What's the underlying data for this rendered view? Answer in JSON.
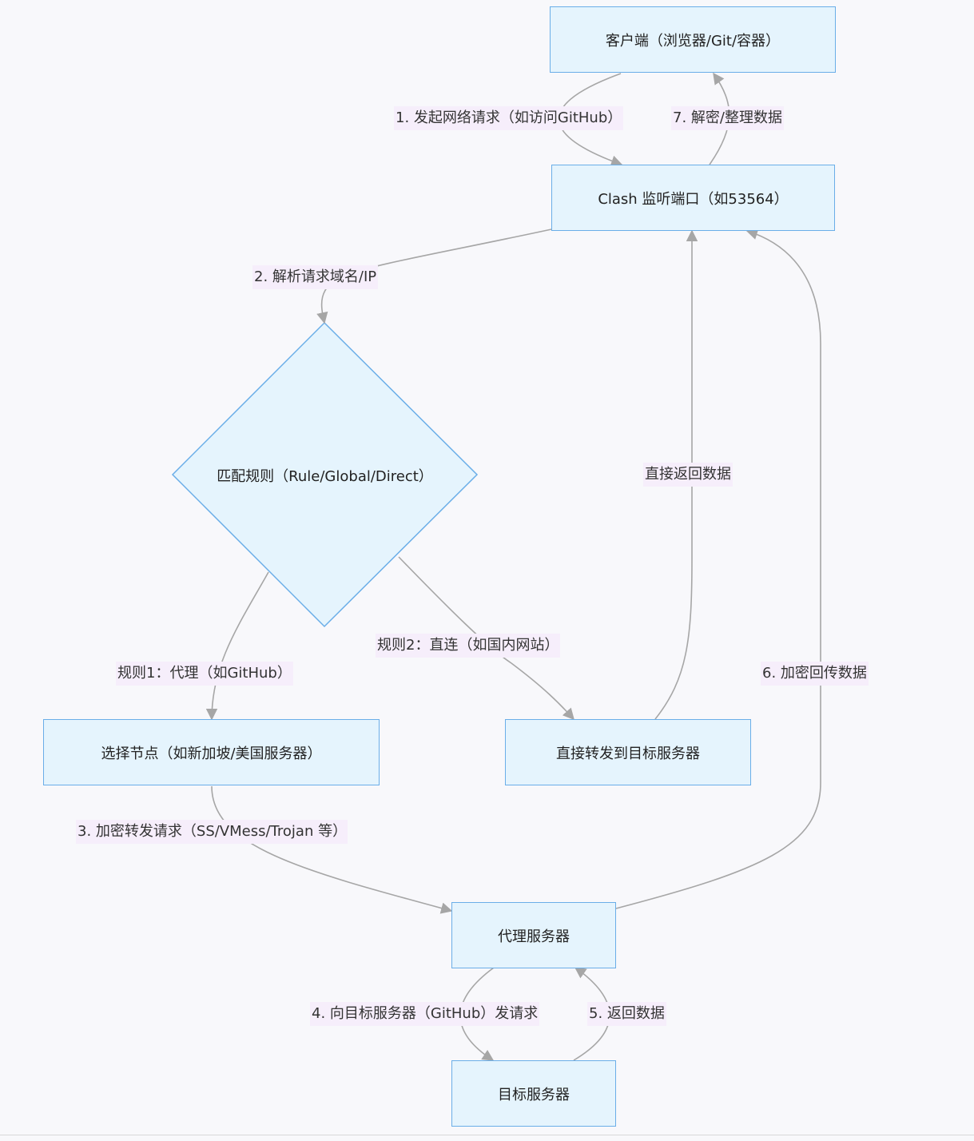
{
  "nodes": {
    "client": "客户端（浏览器/Git/容器）",
    "clash": "Clash 监听端口（如53564）",
    "match": "匹配规则（Rule/Global/Direct）",
    "select": "选择节点（如新加坡/美国服务器）",
    "direct": "直接转发到目标服务器",
    "proxy": "代理服务器",
    "target": "目标服务器"
  },
  "edges": {
    "e1": "1. 发起网络请求（如访问GitHub）",
    "e7": "7. 解密/整理数据",
    "e2": "2. 解析请求域名/IP",
    "direct_return": "直接返回数据",
    "rule1": "规则1：代理（如GitHub）",
    "rule2": "规则2：直连（如国内网站）",
    "e6": "6. 加密回传数据",
    "e3": "3. 加密转发请求（SS/VMess/Trojan 等）",
    "e4": "4. 向目标服务器（GitHub）发请求",
    "e5": "5. 返回数据"
  },
  "colors": {
    "node_fill": "#e5f4fd",
    "node_border": "#6aaee8",
    "edge": "#a6a6a6",
    "label_bg": "#f6eefb"
  }
}
